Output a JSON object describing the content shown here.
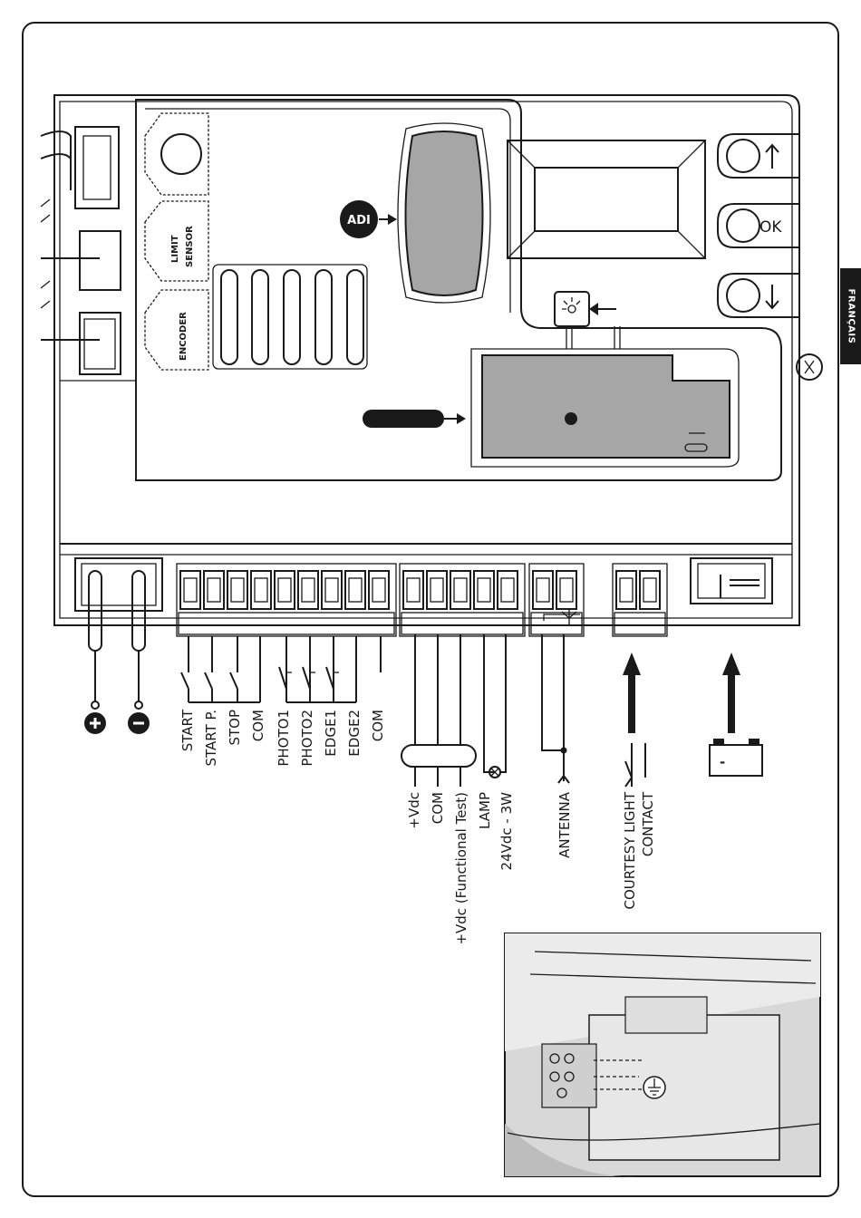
{
  "language_tab": "FRANÇAIS",
  "board": {
    "sensor_labels": [
      "LIMIT",
      "SENSOR",
      "ENCODER"
    ],
    "adi_badge": "ADI",
    "ok_button": "OK"
  },
  "terminals": {
    "group1": [
      "START",
      "START P.",
      "STOP",
      "COM",
      "PHOTO1",
      "PHOTO2",
      "EDGE1",
      "EDGE2",
      "COM"
    ],
    "group2": [
      "+Vdc",
      "COM",
      "+Vdc (Functional Test)",
      "LAMP",
      "24Vdc - 3W"
    ],
    "antenna": "ANTENNA",
    "courtesy": [
      "COURTESY LIGHT",
      "CONTACT"
    ]
  },
  "battery": {
    "minus": "-",
    "plus": "+"
  },
  "power": {
    "plus": "+",
    "minus": "−"
  }
}
